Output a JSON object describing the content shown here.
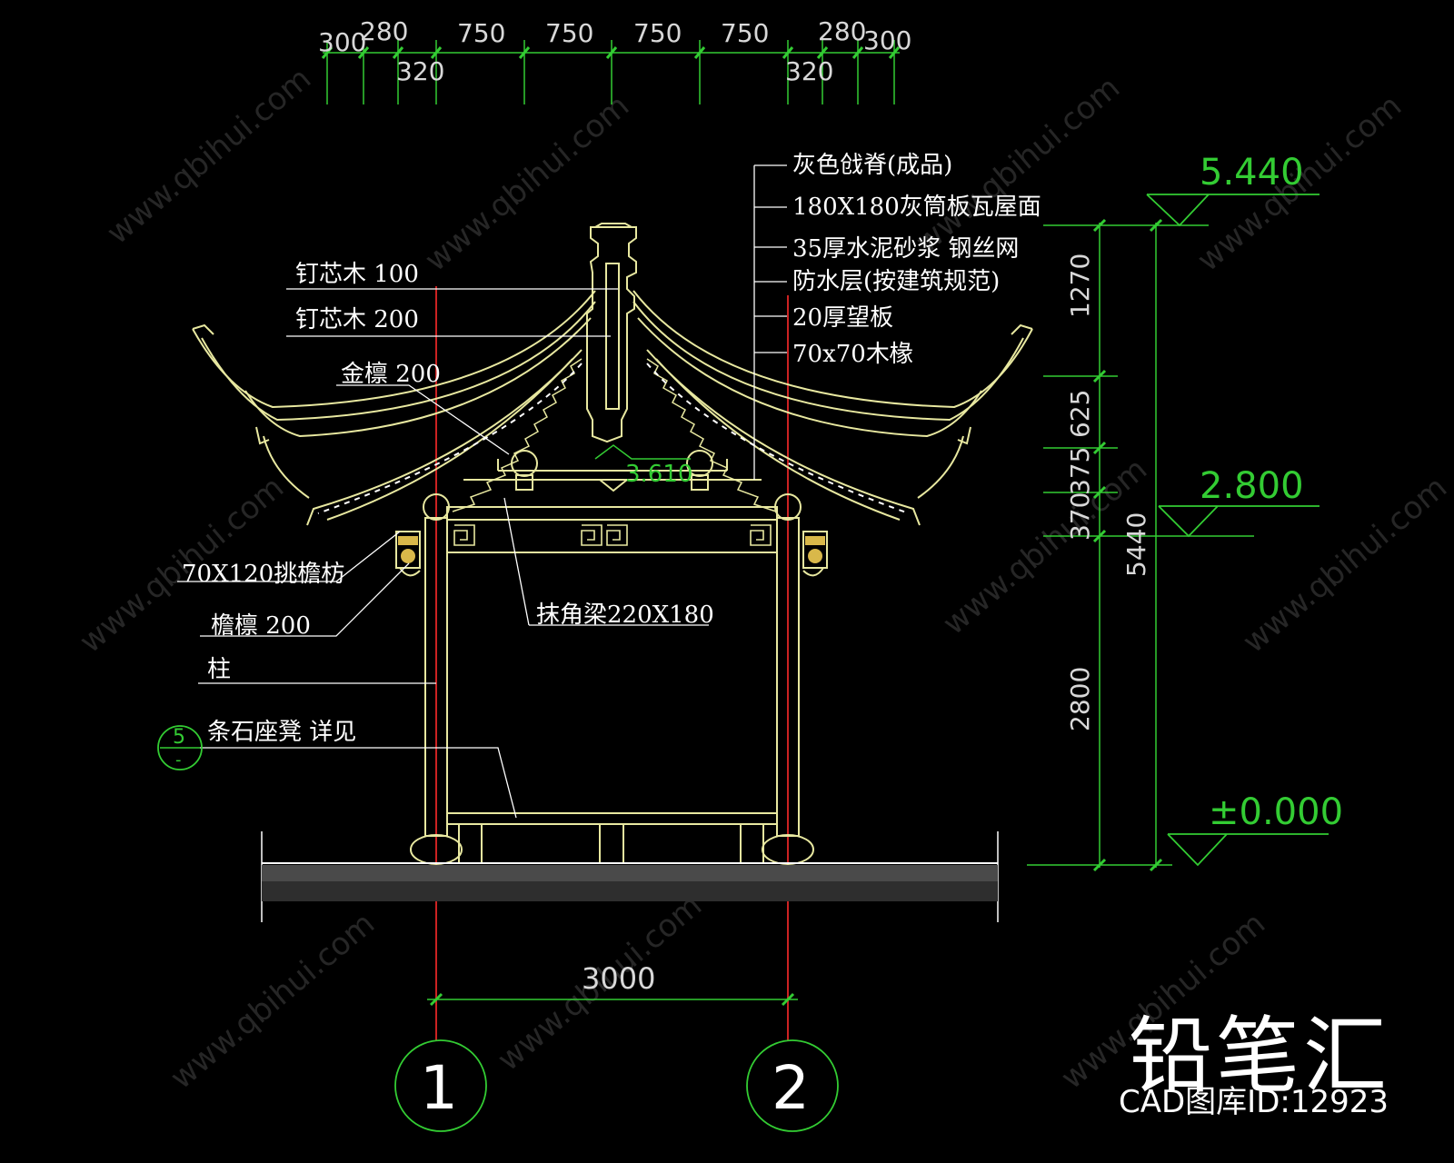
{
  "top_dimensions": {
    "upper": [
      "300",
      "280",
      "750",
      "750",
      "750",
      "750",
      "280",
      "300"
    ],
    "lower": [
      "320",
      "320"
    ]
  },
  "left_labels": {
    "ding_xin_mu_100": "钉芯木  100",
    "ding_xin_mu_200": "钉芯木  200",
    "jin_lin": "金檩  200",
    "tiao_yan_fang": "70X120挑檐枋",
    "yan_lin": "檐檩  200",
    "zhu": "柱",
    "tiao_shi_zuo_deng": "条石座凳 详见"
  },
  "detail_ref": {
    "number": "5",
    "sheet": "-"
  },
  "right_labels": {
    "ji": "灰色戗脊(成品)",
    "wa": "180X180灰筒板瓦屋面",
    "sha_jiang": "35厚水泥砂浆 钢丝网",
    "fang_shui": "防水层(按建筑规范)",
    "wang_ban": "20厚望板",
    "chuan": "70x70木椽"
  },
  "center_labels": {
    "mo_jiao_liang": "抹角梁220X180",
    "ridge_elev": "3.610"
  },
  "vertical_dimensions": [
    "1270",
    "625",
    "375",
    "370",
    "2800",
    "5440"
  ],
  "elevations": [
    "5.440",
    "2.800",
    "±0.000"
  ],
  "bottom_dimension": "3000",
  "axes": [
    "1",
    "2"
  ],
  "watermark": {
    "brand": "铅笔汇",
    "id_label": "CAD图库ID:12923"
  },
  "colors": {
    "background": "#000000",
    "structure": "#e8e8a0",
    "dimension": "#33cc33",
    "axis_line": "#cc2222",
    "leader": "#ffffff"
  }
}
